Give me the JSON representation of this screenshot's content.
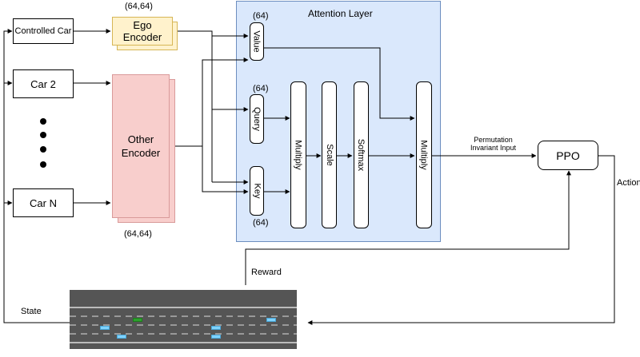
{
  "inputs": {
    "controlled_car": "Controlled Car",
    "car2": "Car 2",
    "carN": "Car N"
  },
  "encoders": {
    "ego_label": "Ego\nEncoder",
    "ego_dim": "(64,64)",
    "other_label": "Other\nEncoder",
    "other_dim": "(64,64)"
  },
  "attention": {
    "title": "Attention Layer",
    "value": "Value",
    "query": "Query",
    "key": "Key",
    "value_dim": "(64)",
    "query_dim": "(64)",
    "key_dim": "(64)",
    "multiply1": "Multiply",
    "scale": "Scale",
    "softmax": "Softmax",
    "multiply2": "Multiply"
  },
  "output": {
    "perm_label": "Permutation\nInvariant Input",
    "ppo": "PPO",
    "action": "Action",
    "reward": "Reward",
    "state": "State"
  },
  "colors": {
    "ego_fill": "#fff2cc",
    "ego_border": "#d6b656",
    "other_fill": "#f8cecc",
    "other_border": "#d99a9a",
    "attention_fill": "#dae8fc",
    "attention_border": "#6c8ebf",
    "road": "#555555",
    "ego_vehicle": "#2ca02c",
    "other_vehicle": "#7fd3ff"
  }
}
